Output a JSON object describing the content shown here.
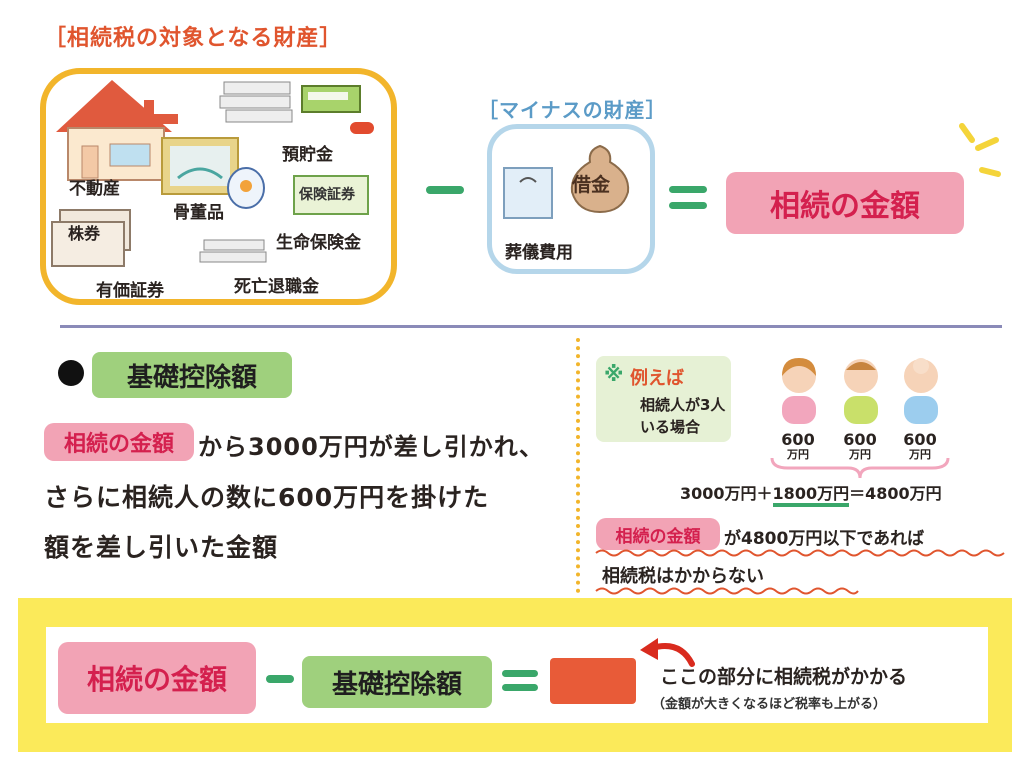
{
  "assets": {
    "title": "［相続税の対象となる財産］",
    "labels": {
      "real_estate": "不動産",
      "antiques": "骨董品",
      "deposits": "預貯金",
      "insurance_note": "保険証券",
      "life_insurance": "生命保険金",
      "stock_note": "株券",
      "securities": "有価証券",
      "retirement": "死亡退職金"
    }
  },
  "minus_assets": {
    "title": "［マイナスの財産］",
    "debt": "借金",
    "funeral": "葬儀費用"
  },
  "result_label": "相続の金額",
  "deduction": {
    "heading": "基礎控除額",
    "highlight": "相続の金額",
    "line1": "から3000万円が差し引かれ、",
    "line2": "さらに相続人の数に600万円を掛けた",
    "line3": "額を差し引いた金額"
  },
  "example": {
    "marker": "※",
    "title": "例えば",
    "line1": "相続人が3人",
    "line2": "いる場合",
    "amounts": [
      "600",
      "600",
      "600"
    ],
    "unit": "万円",
    "formula_a": "3000万円＋",
    "formula_b": "1800万円",
    "formula_c": "＝4800万円",
    "cond_highlight": "相続の金額",
    "cond_text": "が4800万円以下であれば",
    "conclusion": "相続税はかからない"
  },
  "bottom": {
    "left": "相続の金額",
    "middle": "基礎控除額",
    "note": "ここの部分に相続税がかかる",
    "sub_note": "（金額が大きくなるほど税率も上がる）"
  },
  "colors": {
    "accent_orange": "#e0552e",
    "frame_yellow": "#f2b52b",
    "frame_blue": "#b5d6ea",
    "pink": "#f2a3b5",
    "green": "#9fd07d",
    "result_red": "#e85b38",
    "band_yellow": "#fbea5a"
  }
}
